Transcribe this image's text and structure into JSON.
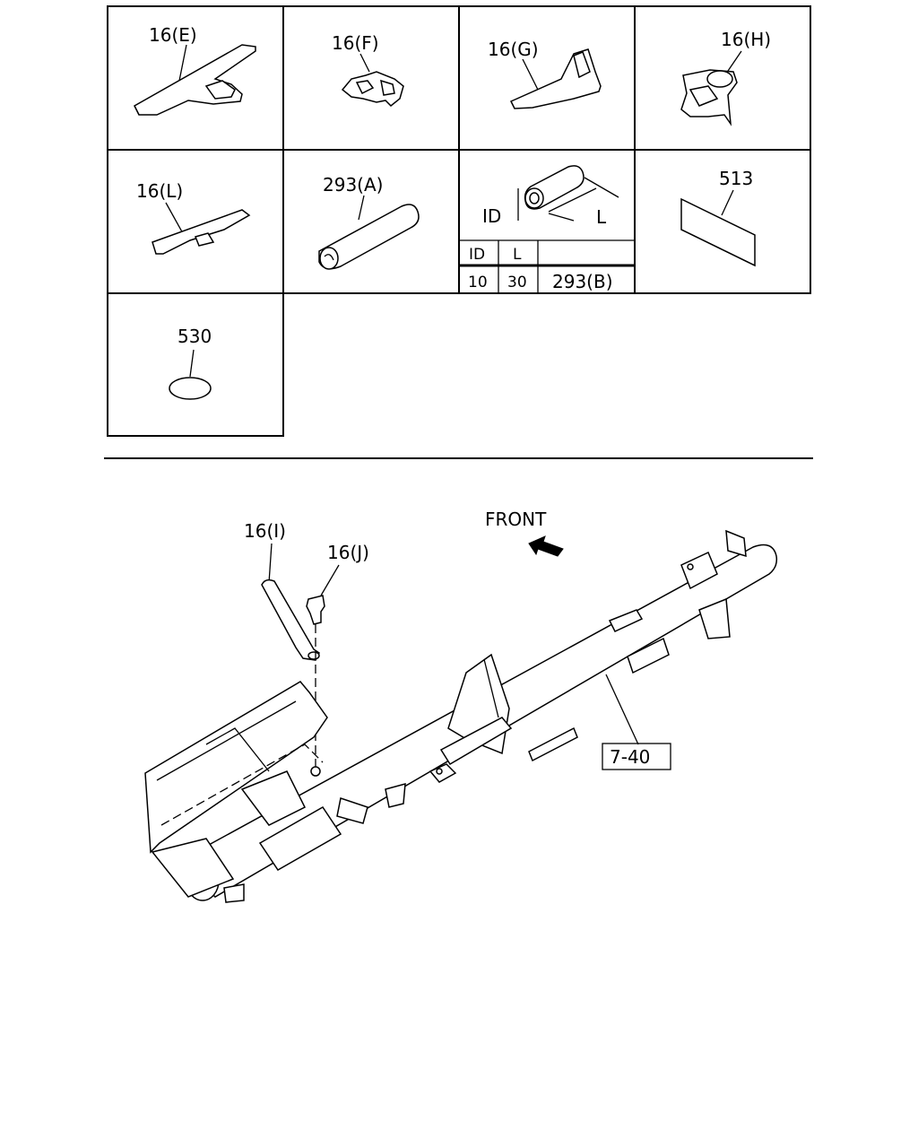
{
  "parts_grid": {
    "cells": [
      {
        "label": "16(E)"
      },
      {
        "label": "16(F)"
      },
      {
        "label": "16(G)"
      },
      {
        "label": "16(H)"
      },
      {
        "label": "16(L)"
      },
      {
        "label": "293(A)"
      },
      {
        "label": "513"
      },
      {
        "label": "530"
      }
    ],
    "dimension_cell": {
      "id_label": "ID",
      "l_label": "L",
      "table": {
        "headers": [
          "ID",
          "L",
          ""
        ],
        "rows": [
          [
            "10",
            "30",
            "293(B)"
          ]
        ]
      }
    }
  },
  "assembly": {
    "front_label": "FRONT",
    "callouts": [
      {
        "label": "16(I)"
      },
      {
        "label": "16(J)"
      }
    ],
    "frame_ref": "7-40"
  }
}
